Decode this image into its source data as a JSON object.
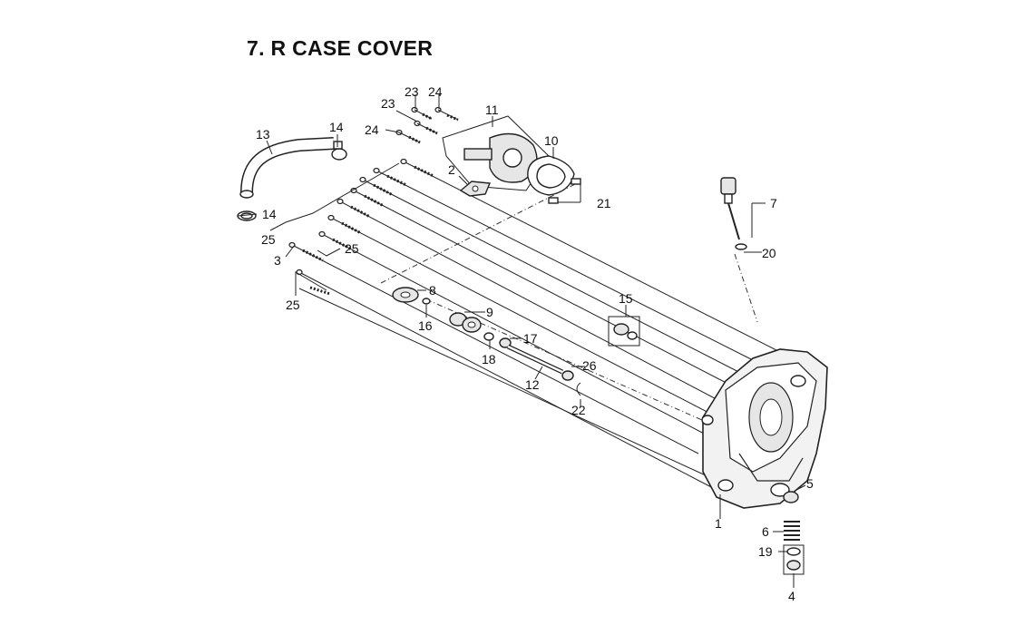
{
  "title": "7. R CASE COVER",
  "callouts": {
    "c1": "1",
    "c2": "2",
    "c3": "3",
    "c4": "4",
    "c5": "5",
    "c6": "6",
    "c7": "7",
    "c8": "8",
    "c9": "9",
    "c10": "10",
    "c11": "11",
    "c12": "12",
    "c13": "13",
    "c14a": "14",
    "c14b": "14",
    "c15": "15",
    "c16": "16",
    "c17": "17",
    "c18": "18",
    "c19": "19",
    "c20": "20",
    "c21": "21",
    "c22": "22",
    "c23a": "23",
    "c23b": "23",
    "c24a": "24",
    "c24b": "24",
    "c25a": "25",
    "c25b": "25",
    "c25c": "25",
    "c26": "26"
  }
}
